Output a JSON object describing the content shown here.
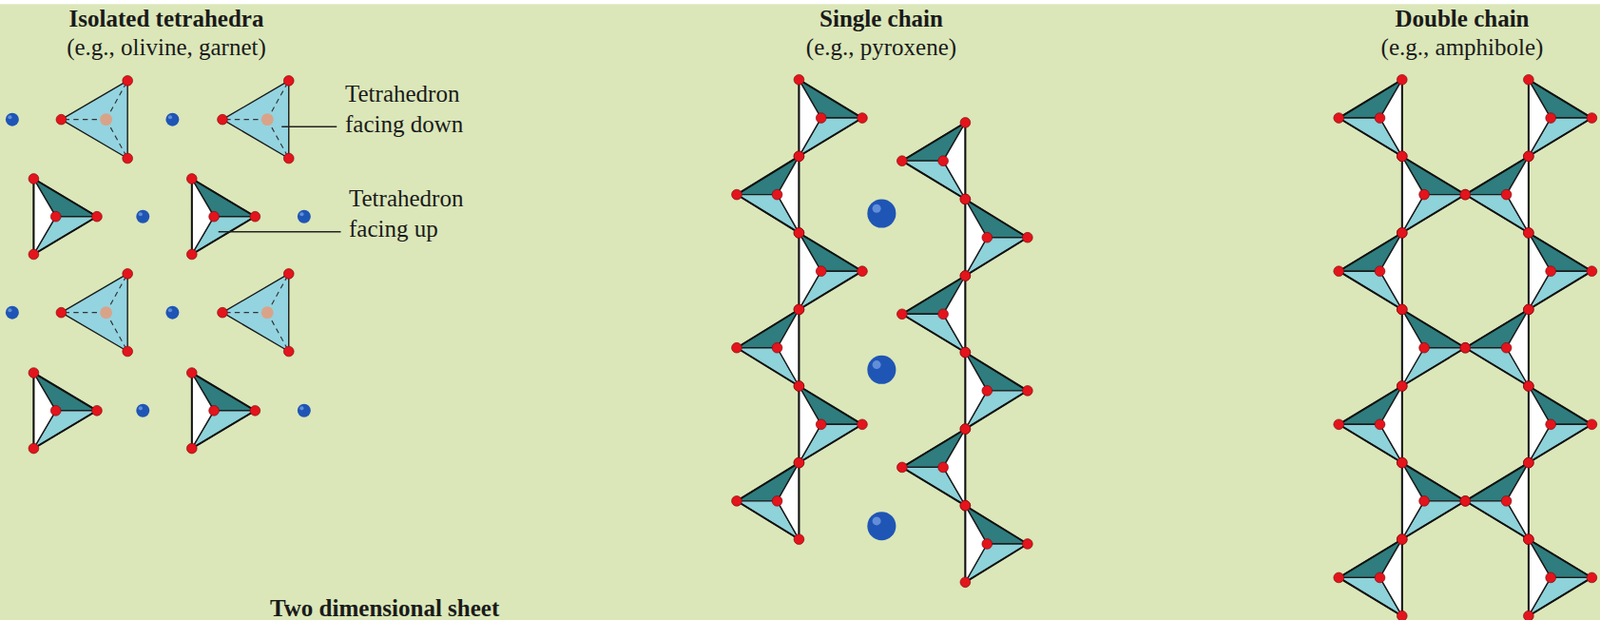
{
  "diagram": {
    "labels": [
      "Isolated tetrahedra",
      "(e.g., olivine, garnet)",
      "Tetrahedron facing down",
      "Tetrahedron facing up",
      "Single chain",
      "(e.g., pyroxene)",
      "Double chain",
      "(e.g., amphibole)",
      "Two dimensional sheet"
    ]
  }
}
